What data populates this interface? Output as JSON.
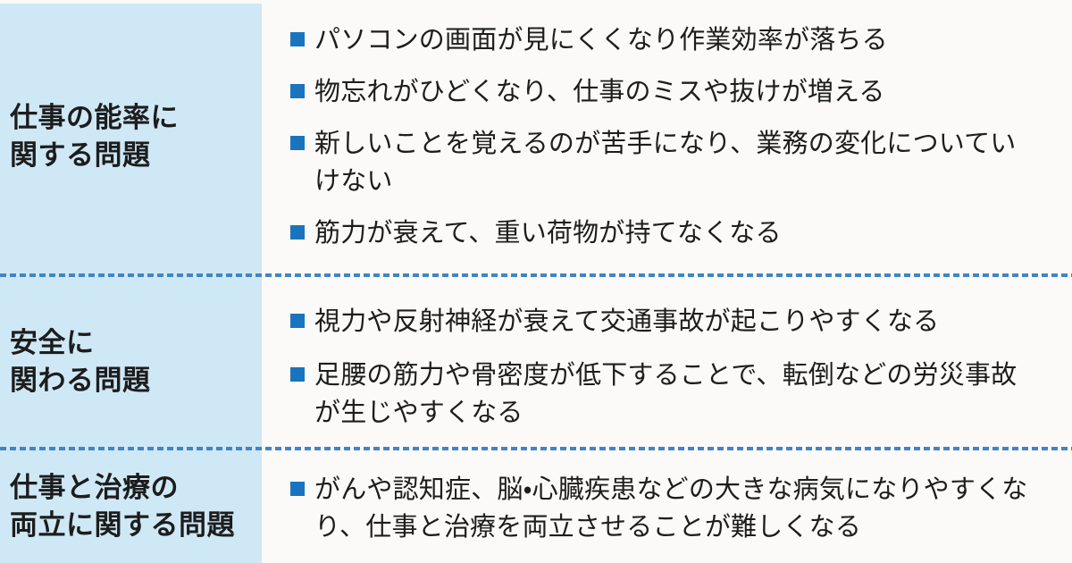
{
  "colors": {
    "page_bg": "#fbfaf8",
    "left_panel_bg": "#cfe8f6",
    "bullet_color": "#1a74bd",
    "divider_color": "#4285c2",
    "text_color": "#1d1d1d"
  },
  "sections": [
    {
      "title": "仕事の能率に関する問題",
      "title_lines": [
        "仕事の能率に",
        "関する問題"
      ],
      "items": [
        "パソコンの画面が見にくくなり作業効率が落ちる",
        "物忘れがひどくなり、仕事のミスや抜けが増える",
        "新しいことを覚えるのが苦手になり、業務の変化についていけない",
        "筋力が衰えて、重い荷物が持てなくなる"
      ]
    },
    {
      "title": "安全に関わる問題",
      "title_lines": [
        "安全に",
        "関わる問題"
      ],
      "items": [
        "視力や反射神経が衰えて交通事故が起こりやすくなる",
        "足腰の筋力や骨密度が低下することで、転倒などの労災事故が生じやすくなる"
      ]
    },
    {
      "title": "仕事と治療の両立に関する問題",
      "title_lines": [
        "仕事と治療の",
        "両立に関する問題"
      ],
      "items": [
        "がんや認知症、脳・心臓疾患などの大きな病気になりやすくなり、仕事と治療を両立させることが難しくなる"
      ]
    }
  ]
}
